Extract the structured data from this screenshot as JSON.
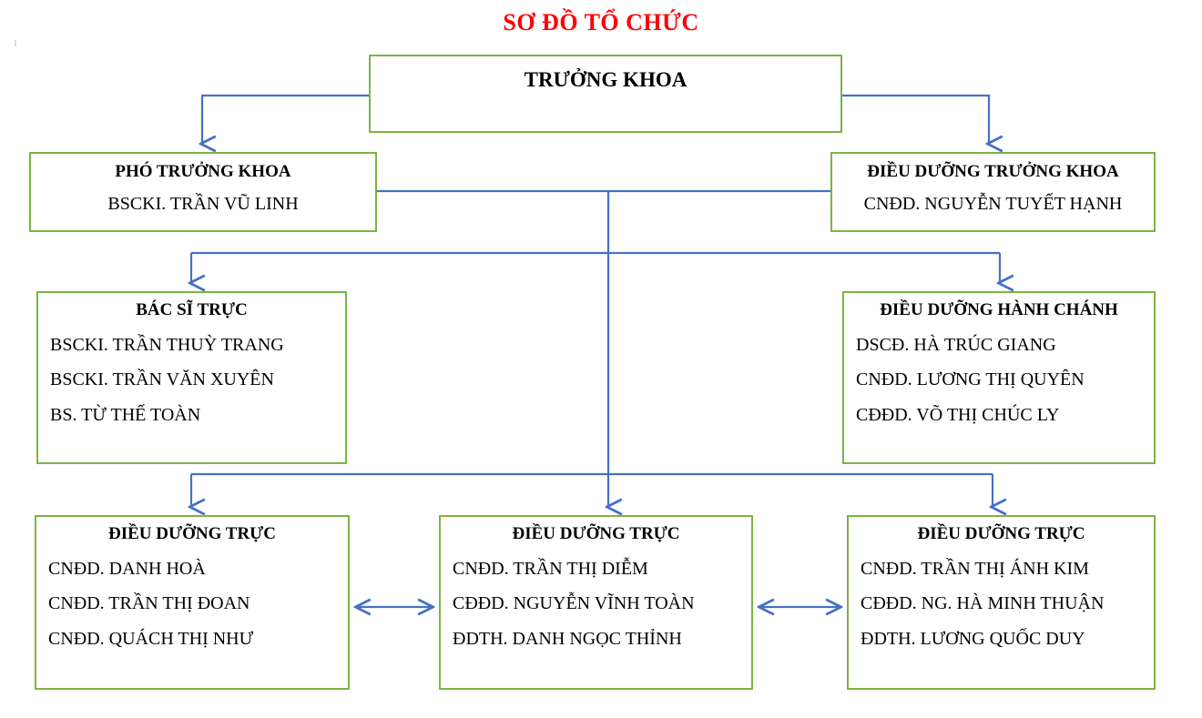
{
  "title": "SƠ ĐỒ TỔ CHỨC",
  "colors": {
    "title": "#ff0000",
    "box_border": "#7cb342",
    "connector": "#4472c4",
    "text": "#000000",
    "background": "#ffffff"
  },
  "nodes": {
    "truong_khoa": {
      "title": "TRƯỞNG KHOA",
      "members": []
    },
    "pho_truong_khoa": {
      "title": "PHÓ TRƯỞNG KHOA",
      "members": [
        "BSCKI. TRẦN VŨ LINH"
      ]
    },
    "dieu_duong_truong_khoa": {
      "title": "ĐIỀU DƯỠNG TRƯỞNG KHOA",
      "members": [
        "CNĐD. NGUYỄN TUYẾT HẠNH"
      ]
    },
    "bac_si_truc": {
      "title": "BÁC SĨ TRỰC",
      "members": [
        "BSCKI. TRẦN THUỲ TRANG",
        "BSCKI. TRẦN VĂN XUYÊN",
        "BS. TỪ THẾ TOÀN"
      ]
    },
    "dieu_duong_hanh_chanh": {
      "title": "ĐIỀU DƯỠNG HÀNH CHÁNH",
      "members": [
        "DSCĐ. HÀ TRÚC GIANG",
        "CNĐD. LƯƠNG THỊ QUYÊN",
        "CĐĐD. VÕ THỊ CHÚC LY"
      ]
    },
    "dieu_duong_truc_1": {
      "title": "ĐIỀU DƯỠNG TRỰC",
      "members": [
        "CNĐD. DANH HOÀ",
        "CNĐD. TRẦN THỊ ĐOAN",
        "CNĐD. QUÁCH THỊ NHƯ"
      ]
    },
    "dieu_duong_truc_2": {
      "title": "ĐIỀU DƯỠNG TRỰC",
      "members": [
        "CNĐD. TRẦN THỊ DIỄM",
        "CĐĐD. NGUYỄN VĨNH TOÀN",
        "ĐDTH. DANH NGỌC THỈNH"
      ]
    },
    "dieu_duong_truc_3": {
      "title": "ĐIỀU DƯỠNG TRỰC",
      "members": [
        "CNĐD. TRẦN THỊ ÁNH KIM",
        "CĐĐD. NG. HÀ MINH THUẬN",
        "ĐDTH. LƯƠNG QUỐC DUY"
      ]
    }
  },
  "connectors": [
    {
      "name": "truong-khoa-to-pho-truong-khoa",
      "type": "elbow-arrow"
    },
    {
      "name": "truong-khoa-to-dd-truong-khoa",
      "type": "elbow-arrow"
    },
    {
      "name": "pho-truong-khoa-to-dd-truong-khoa",
      "type": "horizontal-link"
    },
    {
      "name": "spine-vertical-to-dd-truc-2",
      "type": "vertical-arrow"
    },
    {
      "name": "distributor-to-bac-si-truc",
      "type": "elbow-arrow"
    },
    {
      "name": "distributor-to-dd-hanh-chanh",
      "type": "elbow-arrow"
    },
    {
      "name": "distributor-to-dd-truc-1",
      "type": "elbow-arrow"
    },
    {
      "name": "distributor-to-dd-truc-3",
      "type": "elbow-arrow"
    },
    {
      "name": "dd-truc-1-to-dd-truc-2",
      "type": "double-arrow"
    },
    {
      "name": "dd-truc-2-to-dd-truc-3",
      "type": "double-arrow"
    }
  ]
}
